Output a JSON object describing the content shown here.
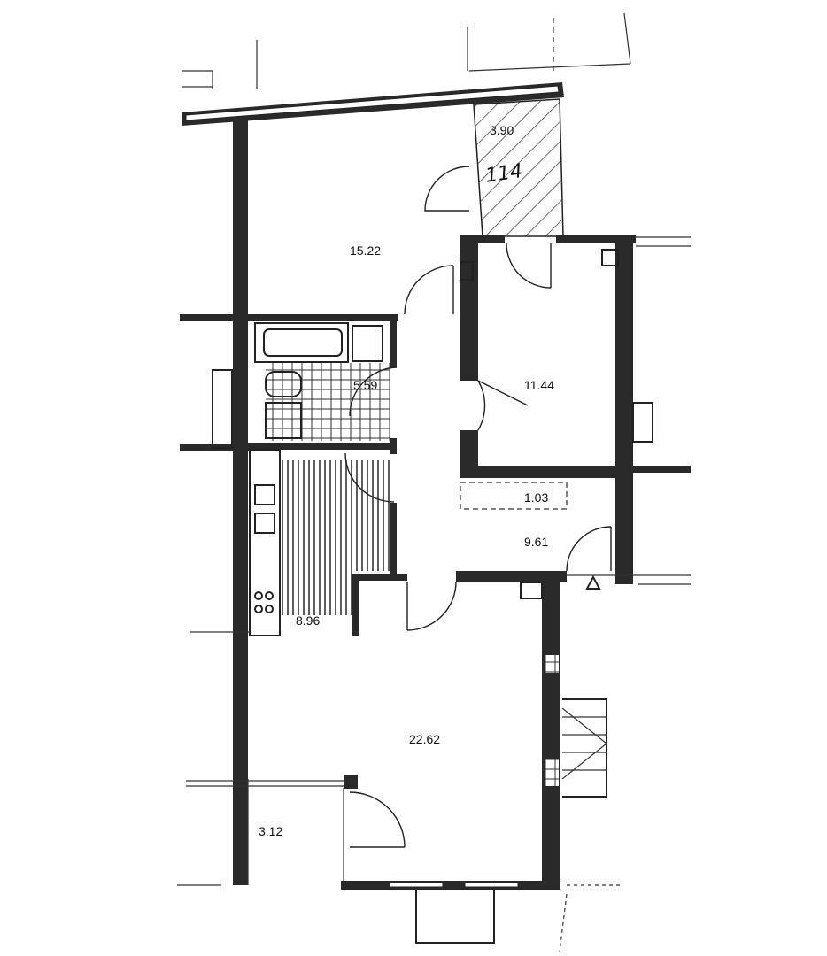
{
  "plan": {
    "unit_mark": "114",
    "rooms": [
      {
        "id": "storage",
        "area": "3.90"
      },
      {
        "id": "room-a",
        "area": "15.22"
      },
      {
        "id": "bathroom",
        "area": "5.59"
      },
      {
        "id": "room-b",
        "area": "11.44"
      },
      {
        "id": "closet",
        "area": "1.03"
      },
      {
        "id": "hall",
        "area": "9.61"
      },
      {
        "id": "kitchen",
        "area": "8.96"
      },
      {
        "id": "living",
        "area": "22.62"
      },
      {
        "id": "balcony",
        "area": "3.12"
      }
    ]
  }
}
